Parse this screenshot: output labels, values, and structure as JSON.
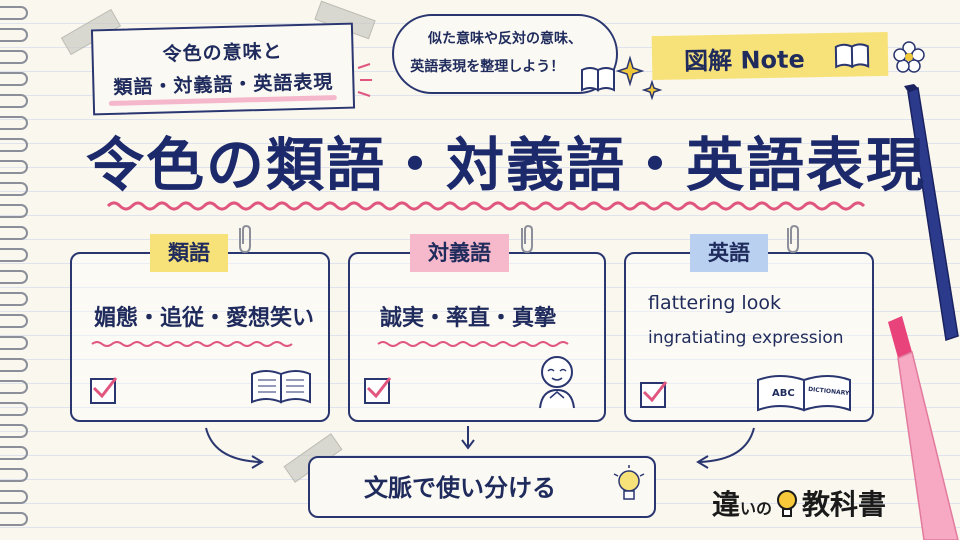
{
  "sticky": {
    "line1": "令色の意味と",
    "line2": "類語・対義語・英語表現"
  },
  "bubble": {
    "line1": "似た意味や反対の意味、",
    "line2": "英語表現を整理しよう！"
  },
  "note_tag": {
    "text": "図解 Note"
  },
  "title": "令色の類語・対義語・英語表現",
  "cards": [
    {
      "label": "類語",
      "text": "媚態・追従・愛想笑い",
      "label_color": "#f7e27a"
    },
    {
      "label": "対義語",
      "text": "誠実・率直・真摯",
      "label_color": "#f6b8cb"
    },
    {
      "label": "英語",
      "lines": [
        "flattering look",
        "ingratiating expression"
      ],
      "label_color": "#b9d0f0"
    }
  ],
  "dictionary_labels": {
    "abc": "ABC",
    "dict": "DICTIONARY"
  },
  "bottom": {
    "text": "文脈で使い分ける"
  },
  "logo": {
    "part1": "違",
    "part2": "いの",
    "part3": "教科書"
  },
  "colors": {
    "ink": "#1f2b5c",
    "pink": "#f3a6c0",
    "yellow": "#f7e27a",
    "blue": "#b9d0f0"
  }
}
